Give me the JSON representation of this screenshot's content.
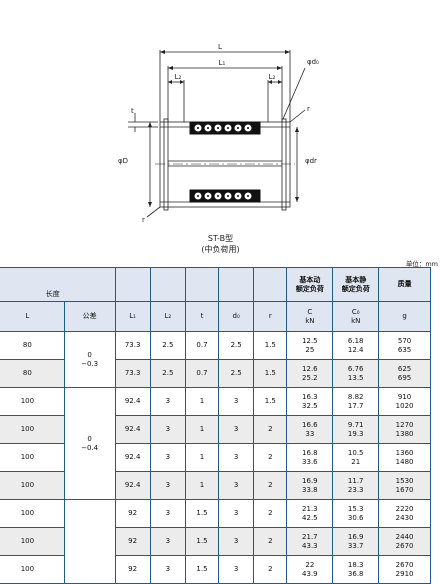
{
  "drawing": {
    "labels": {
      "L": "L",
      "L1": "L₁",
      "L2_left": "L₂",
      "L2_right": "L₂",
      "d0": "φd₀",
      "t": "t",
      "D": "φD",
      "dr": "φdr",
      "r": "r"
    },
    "caption_type": "ST-B型",
    "caption_load": "(中负荷用)"
  },
  "unit_label": "单位：mm",
  "table": {
    "length_group": "长度",
    "dyn_load": [
      "基本动",
      "额定负荷"
    ],
    "static_load": [
      "基本静",
      "额定负荷"
    ],
    "mass": "质量",
    "col_L": "L",
    "col_tol": "公差",
    "col_L1": "L₁",
    "col_L2": "L₂",
    "col_t": "t",
    "col_d0": "d₀",
    "col_r": "r",
    "col_C": "C",
    "col_C_unit": "kN",
    "col_C0": "C₀",
    "col_C0_unit": "kN",
    "col_g": "g",
    "tol_groups": [
      {
        "upper": "0",
        "lower": "−0.3"
      },
      {
        "upper": "0",
        "lower": "−0.4"
      }
    ],
    "rows": [
      {
        "L": "80",
        "L1": "73.3",
        "L2": "2.5",
        "t": "0.7",
        "d0": "2.5",
        "r": "1.5",
        "C": [
          "12.5",
          "25"
        ],
        "C0": [
          "6.18",
          "12.4"
        ],
        "g": [
          "570",
          "635"
        ]
      },
      {
        "L": "80",
        "L1": "73.3",
        "L2": "2.5",
        "t": "0.7",
        "d0": "2.5",
        "r": "1.5",
        "C": [
          "12.6",
          "25.2"
        ],
        "C0": [
          "6.76",
          "13.5"
        ],
        "g": [
          "625",
          "695"
        ]
      },
      {
        "L": "100",
        "L1": "92.4",
        "L2": "3",
        "t": "1",
        "d0": "3",
        "r": "1.5",
        "C": [
          "16.3",
          "32.5"
        ],
        "C0": [
          "8.82",
          "17.7"
        ],
        "g": [
          "910",
          "1020"
        ]
      },
      {
        "L": "100",
        "L1": "92.4",
        "L2": "3",
        "t": "1",
        "d0": "3",
        "r": "2",
        "C": [
          "16.6",
          "33"
        ],
        "C0": [
          "9.71",
          "19.3"
        ],
        "g": [
          "1270",
          "1380"
        ]
      },
      {
        "L": "100",
        "L1": "92.4",
        "L2": "3",
        "t": "1",
        "d0": "3",
        "r": "2",
        "C": [
          "16.8",
          "33.6"
        ],
        "C0": [
          "10.5",
          "21"
        ],
        "g": [
          "1360",
          "1480"
        ]
      },
      {
        "L": "100",
        "L1": "92.4",
        "L2": "3",
        "t": "1",
        "d0": "3",
        "r": "2",
        "C": [
          "16.9",
          "33.8"
        ],
        "C0": [
          "11.7",
          "23.3"
        ],
        "g": [
          "1530",
          "1670"
        ]
      },
      {
        "L": "100",
        "L1": "92",
        "L2": "3",
        "t": "1.5",
        "d0": "3",
        "r": "2",
        "C": [
          "21.3",
          "42.5"
        ],
        "C0": [
          "15.3",
          "30.6"
        ],
        "g": [
          "2220",
          "2430"
        ]
      },
      {
        "L": "100",
        "L1": "92",
        "L2": "3",
        "t": "1.5",
        "d0": "3",
        "r": "2",
        "C": [
          "21.7",
          "43.3"
        ],
        "C0": [
          "16.9",
          "33.7"
        ],
        "g": [
          "2440",
          "2670"
        ]
      },
      {
        "L": "100",
        "L1": "92",
        "L2": "3",
        "t": "1.5",
        "d0": "3",
        "r": "2",
        "C": [
          "22",
          "43.9"
        ],
        "C0": [
          "18.3",
          "36.8"
        ],
        "g": [
          "2670",
          "2910"
        ]
      }
    ]
  },
  "colors": {
    "header_bg": "#dfe6f1",
    "border": "#1d5d8a",
    "shade": "#ececec",
    "ball": "#222222"
  }
}
